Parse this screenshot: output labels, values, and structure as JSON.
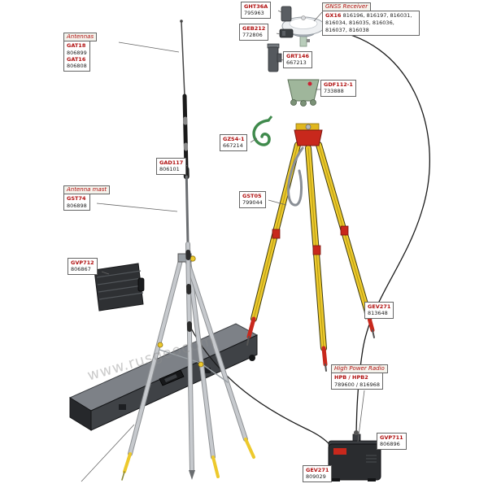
{
  "watermark": "www.rusgeocom",
  "colors": {
    "label_red": "#b01010",
    "tripod_yellow": "#edc92c",
    "tripod_red": "#c8281c",
    "tribrach_green": "#9fb69b",
    "hook_green": "#3f8a4c",
    "silver": "#c6c9cd"
  },
  "labels": {
    "antennas": {
      "header": "Antennas",
      "name1": "GAT18",
      "num1": "806899",
      "name2": "GAT16",
      "num2": "806808"
    },
    "ght36a": {
      "name": "GHT36A",
      "num": "795963"
    },
    "geb212": {
      "name": "GEB212",
      "num": "772806"
    },
    "gnss": {
      "header": "GNSS Receiver",
      "name": "GX16",
      "nums": "816196, 816197, 816031, 816034, 816035, 816036, 816037, 816038"
    },
    "grt146": {
      "name": "GRT146",
      "num": "667213"
    },
    "gdf112": {
      "name": "GDF112-1",
      "num": "733888"
    },
    "gzs4": {
      "name": "GZS4-1",
      "num": "667214"
    },
    "gad117": {
      "name": "GAD117",
      "num": "806101"
    },
    "mast": {
      "header": "Antenna mast",
      "name": "GST74",
      "num": "806898"
    },
    "gvp712": {
      "name": "GVP712",
      "num": "806867"
    },
    "gst05": {
      "name": "GST05",
      "num": "799044"
    },
    "gev271a": {
      "name": "GEV271",
      "num": "813648"
    },
    "radio": {
      "header": "High Power Radio",
      "name": "HPB / HPB2",
      "num": "789600 / 816968"
    },
    "gvp711": {
      "name": "GVP711",
      "num": "806896"
    },
    "gev271b": {
      "name": "GEV271",
      "num": "809029"
    }
  }
}
